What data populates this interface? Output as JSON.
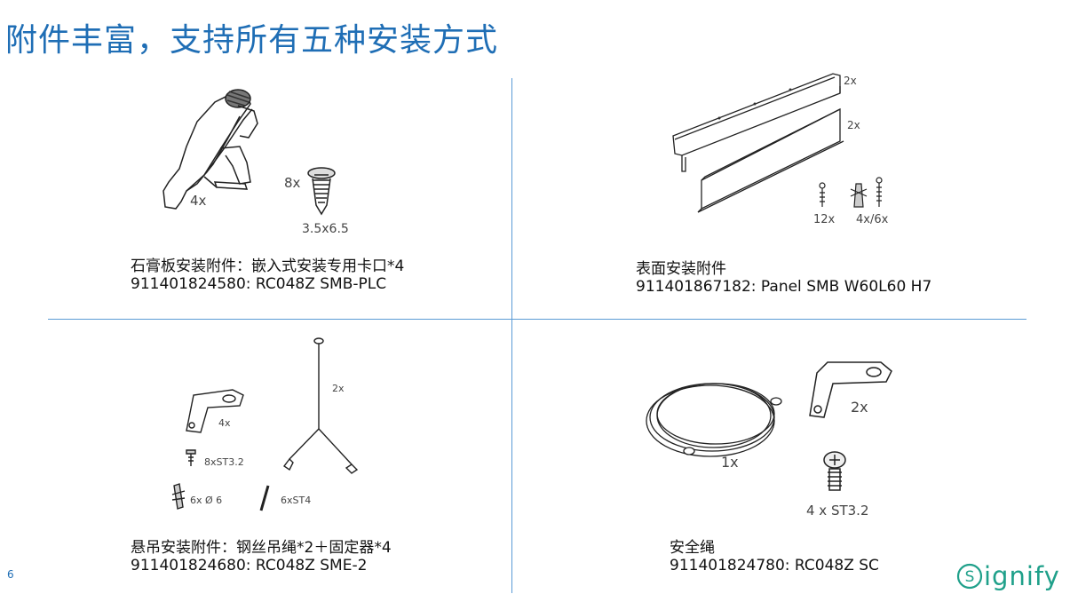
{
  "title": "附件丰富，支持所有五种安装方式",
  "page_number": "6",
  "brand": {
    "logo_text": "ignify",
    "logo_letter": "S",
    "color": "#1fa08a"
  },
  "accent_color": "#1f6eb5",
  "panels": [
    {
      "labels": {
        "clip_qty": "4x",
        "screw_qty": "8x",
        "screw_size": "3.5x6.5"
      },
      "caption_line1": "石膏板安装附件：嵌入式安装专用卡口*4",
      "caption_line2": "911401824580: RC048Z SMB-PLC"
    },
    {
      "labels": {
        "rail_top_qty": "2x",
        "rail_bottom_qty": "2x",
        "screw_qty": "12x",
        "anchor_qty": "4x/6x"
      },
      "caption_line1": "表面安装附件",
      "caption_line2": "911401867182: Panel SMB W60L60 H7"
    },
    {
      "labels": {
        "bracket_qty": "4x",
        "screw_label": "8xST3.2",
        "anchor_label": "6x Ø 6",
        "screw2_label": "6xST4",
        "wire_qty": "2x"
      },
      "caption_line1": "悬吊安装附件：钢丝吊绳*2＋固定器*4",
      "caption_line2": "911401824680: RC048Z SME-2"
    },
    {
      "labels": {
        "cable_qty": "1x",
        "bracket_qty": "2x",
        "screw_label": "4 x ST3.2"
      },
      "caption_line1": "安全绳",
      "caption_line2": "911401824780: RC048Z SC"
    }
  ]
}
